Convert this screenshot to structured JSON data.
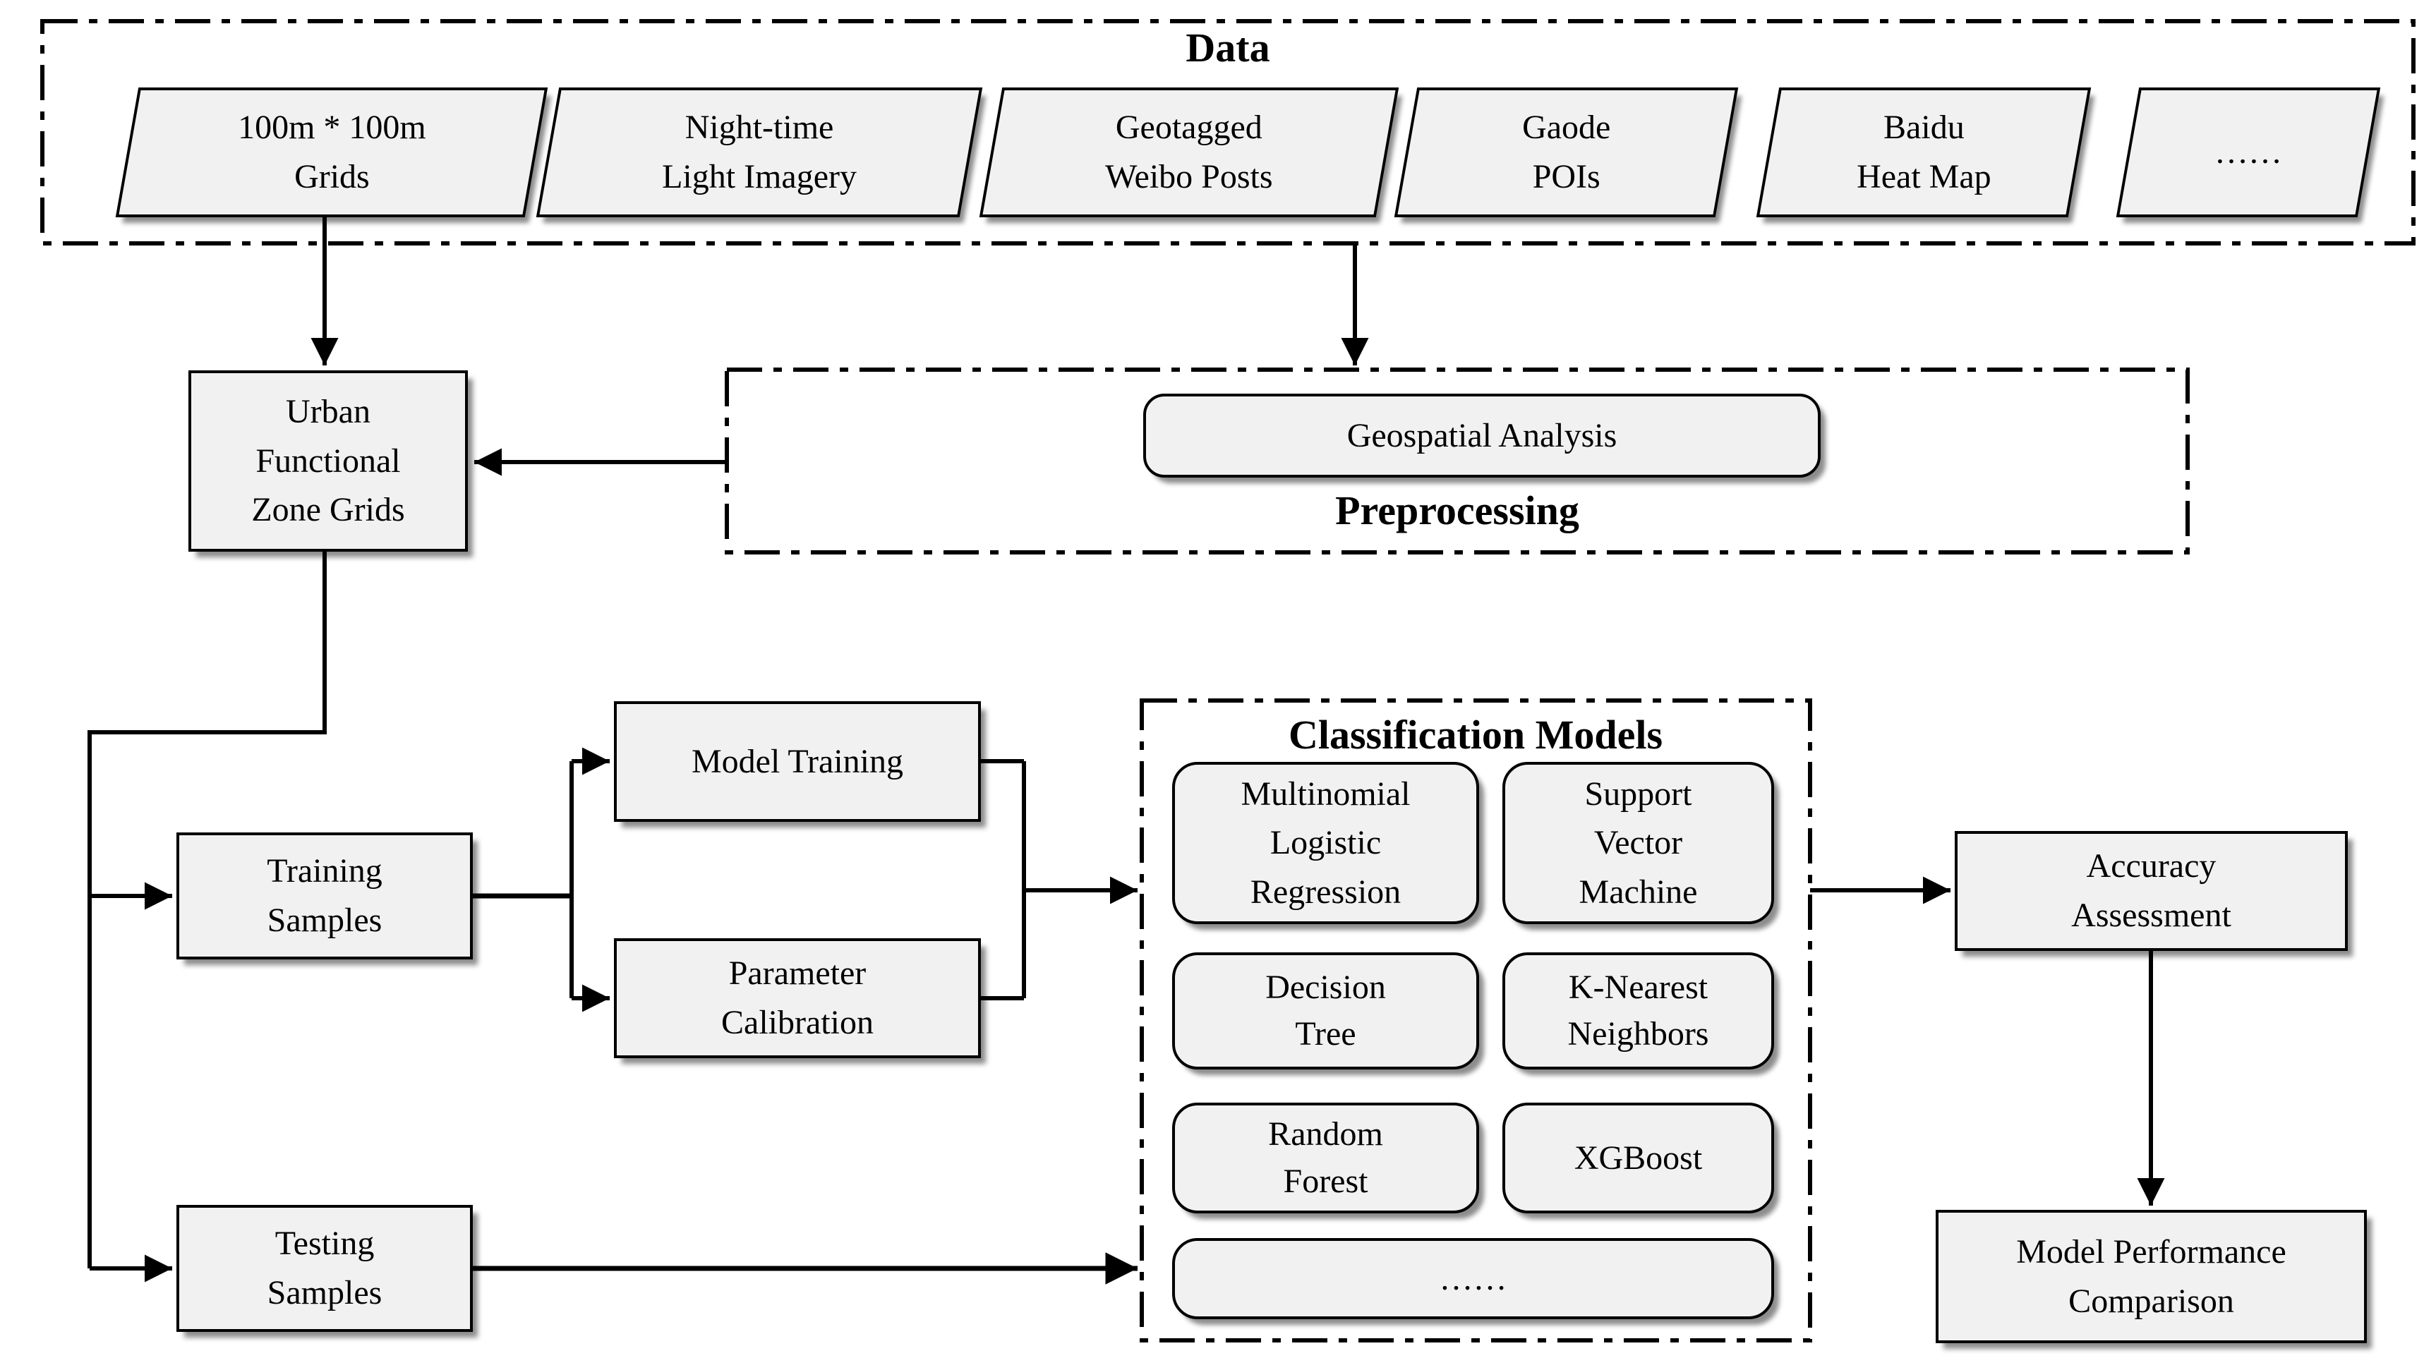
{
  "colors": {
    "background": "#ffffff",
    "node_fill": "#f1f1f1",
    "line_color": "#000000",
    "text_color": "#000000"
  },
  "sections": {
    "data": {
      "title": "Data",
      "sources": [
        {
          "label": "100m * 100m\nGrids"
        },
        {
          "label": "Night-time\nLight Imagery"
        },
        {
          "label": "Geotagged\nWeibo Posts"
        },
        {
          "label": "Gaode\nPOIs"
        },
        {
          "label": "Baidu\nHeat Map"
        },
        {
          "label": "……"
        }
      ]
    },
    "preprocessing": {
      "title": "Preprocessing",
      "step": {
        "label": "Geospatial Analysis"
      }
    },
    "classification_models": {
      "title": "Classification Models",
      "models": [
        {
          "label": "Multinomial\nLogistic\nRegression"
        },
        {
          "label": "Support\nVector\nMachine"
        },
        {
          "label": "Decision\nTree"
        },
        {
          "label": "K-Nearest\nNeighbors"
        },
        {
          "label": "Random\nForest"
        },
        {
          "label": "XGBoost"
        },
        {
          "label": "……"
        }
      ]
    }
  },
  "nodes": {
    "urban_functional_zone_grids": {
      "label": "Urban\nFunctional\nZone Grids"
    },
    "training_samples": {
      "label": "Training\nSamples"
    },
    "testing_samples": {
      "label": "Testing\nSamples"
    },
    "model_training": {
      "label": "Model Training"
    },
    "parameter_calibration": {
      "label": "Parameter\nCalibration"
    },
    "accuracy_assessment": {
      "label": "Accuracy\nAssessment"
    },
    "model_performance_comparison": {
      "label": "Model Performance\nComparison"
    }
  }
}
